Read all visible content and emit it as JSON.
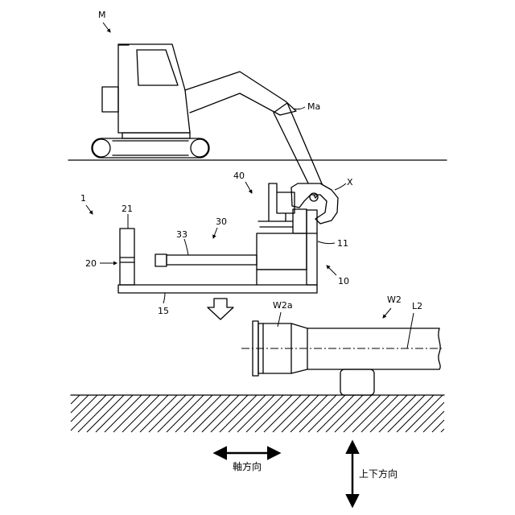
{
  "labels": {
    "M": "M",
    "Ma": "Ma",
    "X": "X",
    "n40": "40",
    "n1": "1",
    "n21": "21",
    "n30": "30",
    "n33": "33",
    "n20": "20",
    "n11": "11",
    "n10": "10",
    "n15": "15",
    "W2a": "W2a",
    "W2": "W2",
    "L2": "L2"
  },
  "arrows": {
    "axial": "軸方向",
    "vertical": "上下方向"
  }
}
